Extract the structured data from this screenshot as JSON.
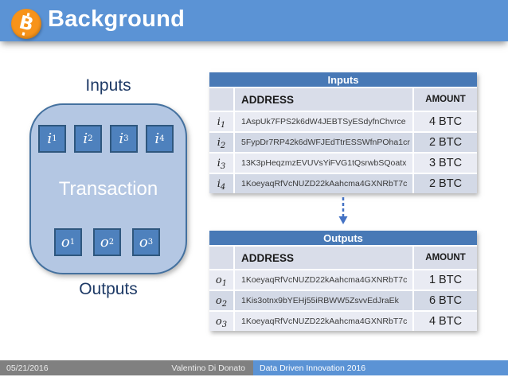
{
  "title_bar": {
    "title": "Background",
    "bitcoin_symbol": "B"
  },
  "diagram": {
    "inputs_label": "Inputs",
    "transaction_label": "Transaction",
    "outputs_label": "Outputs",
    "input_nodes": [
      {
        "base": "i",
        "sub": "1"
      },
      {
        "base": "i",
        "sub": "2"
      },
      {
        "base": "i",
        "sub": "3"
      },
      {
        "base": "i",
        "sub": "4"
      }
    ],
    "output_nodes": [
      {
        "base": "o",
        "sub": "1"
      },
      {
        "base": "o",
        "sub": "2"
      },
      {
        "base": "o",
        "sub": "3"
      }
    ]
  },
  "inputs_table": {
    "title": "Inputs",
    "columns": {
      "address": "ADDRESS",
      "amount": "AMOUNT"
    },
    "rows": [
      {
        "base": "i",
        "sub": "1",
        "address": "1AspUk7FPS2k6dW4JEBTSyESdyfnChvrce",
        "amount": "4 BTC"
      },
      {
        "base": "i",
        "sub": "2",
        "address": "5FypDr7RP42k6dWFJEdTtrESSWfnPOha1cr",
        "amount": "2 BTC"
      },
      {
        "base": "i",
        "sub": "3",
        "address": "13K3pHeqzmzEVUVsYiFVG1tQsrwbSQoatx",
        "amount": "3 BTC"
      },
      {
        "base": "i",
        "sub": "4",
        "address": "1KoeyaqRfVcNUZD22kAahcma4GXNRbT7c",
        "amount": "2 BTC"
      }
    ]
  },
  "outputs_table": {
    "title": "Outputs",
    "columns": {
      "address": "ADDRESS",
      "amount": "AMOUNT"
    },
    "rows": [
      {
        "base": "o",
        "sub": "1",
        "address": "1KoeyaqRfVcNUZD22kAahcma4GXNRbT7c",
        "amount": "1 BTC"
      },
      {
        "base": "o",
        "sub": "2",
        "address": "1Kis3otnx9bYEHj55iRBWW5ZsvvEdJraEk",
        "amount": "6 BTC"
      },
      {
        "base": "o",
        "sub": "3",
        "address": "1KoeyaqRfVcNUZD22kAahcma4GXNRbT7c",
        "amount": "4 BTC"
      }
    ]
  },
  "footer": {
    "date": "05/21/2016",
    "author": "Valentino Di Donato",
    "event": "Data Driven Innovation 2016"
  },
  "colors": {
    "titlebar_blue": "#5b93d5",
    "bitcoin_orange": "#f7931a",
    "table_band_blue": "#4879b6",
    "node_blue": "#4e81bd",
    "box_fill": "#b4c7e3",
    "box_border": "#44719f",
    "row_light": "#e9ebf3",
    "row_dark": "#d3d9e6",
    "footer_gray": "#808080",
    "arrow_blue": "#4472c4"
  }
}
